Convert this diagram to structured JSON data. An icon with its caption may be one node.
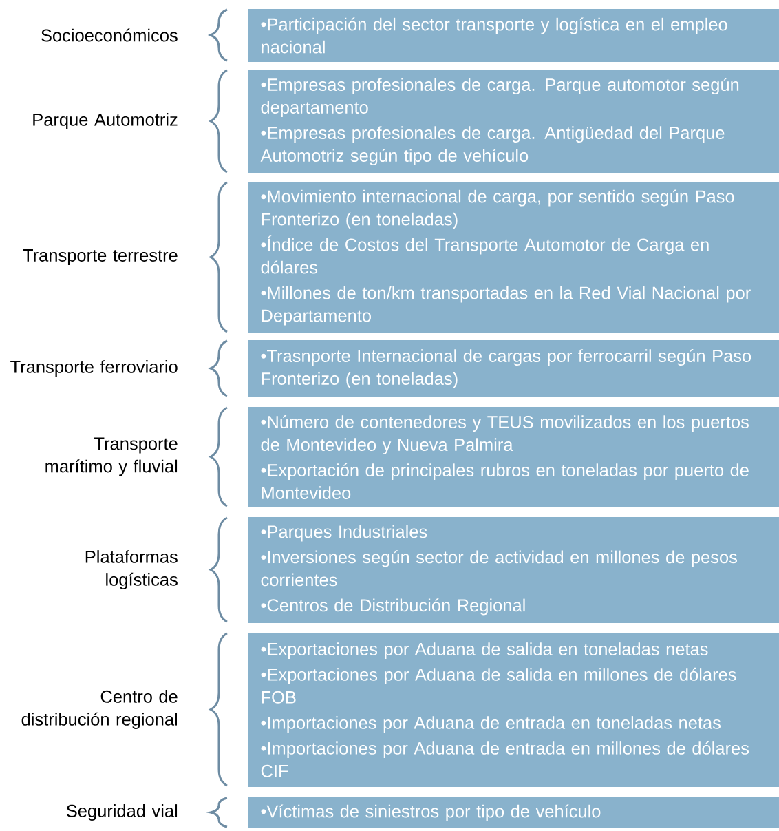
{
  "diagram": {
    "nodes": [
      {
        "text": [
          "Socioeconómicos"
        ]
      },
      {
        "text": [
          "•Participación del sector transporte y logística en el empleo nacional"
        ]
      },
      {
        "text": [
          "Parque Automotriz"
        ]
      },
      {
        "text": [
          "•Empresas profesionales de carga. Parque automotor según departamento",
          "•Empresas profesionales de carga. Antigüedad del Parque Automotriz según tipo de vehículo"
        ]
      },
      {
        "text": [
          "Transporte terrestre"
        ]
      },
      {
        "text": [
          "•Movimiento internacional de carga, por sentido según Paso Fronterizo (en toneladas)",
          "•Índice de Costos del Transporte Automotor de Carga en dólares",
          "•Millones de ton/km transportadas en la Red Vial Nacional por Departamento"
        ]
      },
      {
        "text": [
          "Transporte ferroviario"
        ]
      },
      {
        "text": [
          "•Trasnporte Internacional de cargas por ferrocarril según Paso Fronterizo (en toneladas)"
        ]
      },
      {
        "text": [
          "Transporte marítimo y fluvial"
        ]
      },
      {
        "text": [
          "•Número de contenedores y TEUS movilizados en los puertos de Montevideo y Nueva Palmira",
          "•Exportación de principales rubros en toneladas por puerto de Montevideo"
        ]
      },
      {
        "text": [
          "Plataformas logísticas"
        ]
      },
      {
        "text": [
          "•Parques Industriales",
          "•Inversiones según sector de actividad en millones de pesos corrientes",
          "•Centros de Distribución Regional"
        ]
      },
      {
        "text": [
          "Centro de distribución regional"
        ]
      },
      {
        "text": [
          "•Exportaciones por Aduana de salida en toneladas netas",
          "•Exportaciones por Aduana de salida en millones de dólares FOB",
          "•Importaciones por Aduana de entrada en toneladas netas",
          "•Importaciones por Aduana de entrada en millones de dólares CIF"
        ]
      },
      {
        "text": [
          "Seguridad vial"
        ]
      },
      {
        "text": [
          "•Víctimas de siniestros por tipo de vehículo"
        ]
      }
    ]
  }
}
